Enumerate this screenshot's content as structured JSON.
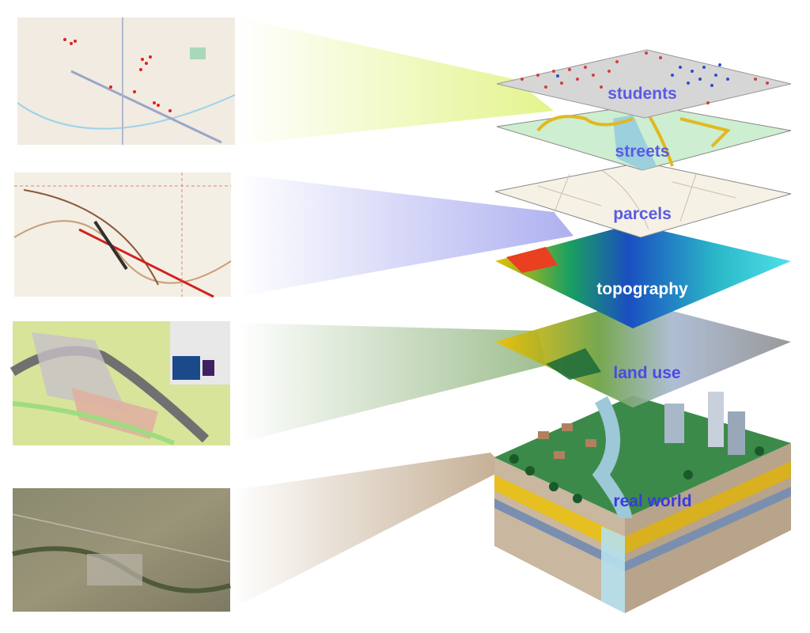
{
  "layers": [
    {
      "label": "students",
      "label_color": "#5a5ae6"
    },
    {
      "label": "streets",
      "label_color": "#5a5ae6"
    },
    {
      "label": "parcels",
      "label_color": "#5a5ae6"
    },
    {
      "label": "topography",
      "label_color": "#ffffff"
    },
    {
      "label": "land use",
      "label_color": "#4a4ae6"
    },
    {
      "label": "real world",
      "label_color": "#3a3ae0"
    }
  ],
  "thumbnails": [
    {
      "kind": "street-map-with-student-points",
      "beam_color": "#e4f48c"
    },
    {
      "kind": "topographic-map",
      "beam_color": "#aeb0f0"
    },
    {
      "kind": "land-use-map",
      "beam_color": "#9fbf90"
    },
    {
      "kind": "satellite-image",
      "beam_color": "#c4ad92"
    }
  ]
}
